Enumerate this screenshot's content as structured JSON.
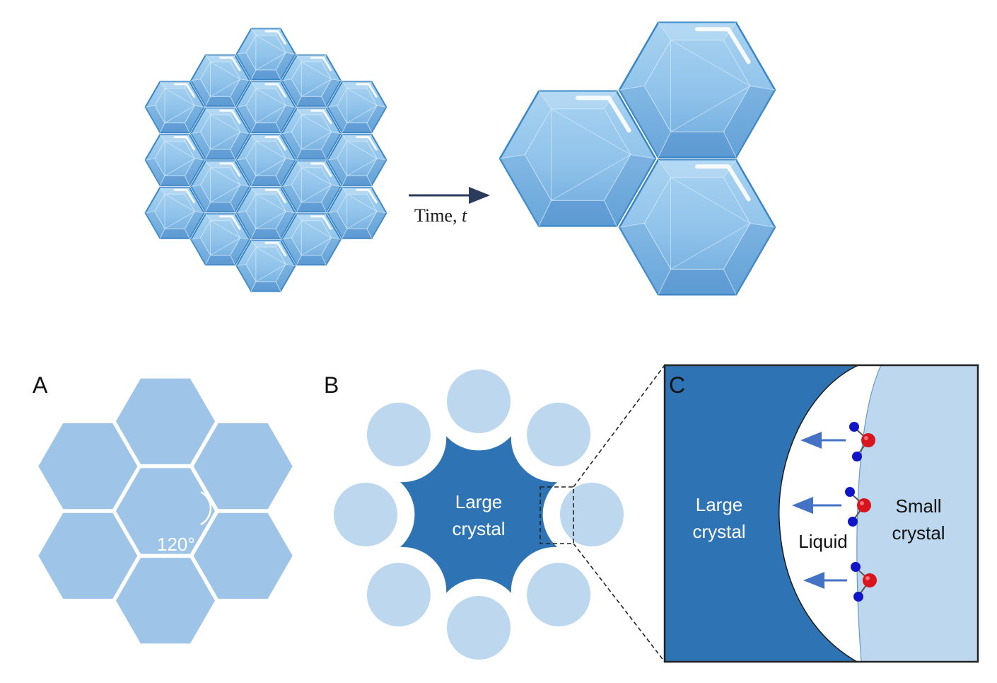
{
  "top": {
    "arrow_label": "Time, ",
    "arrow_label_italic": "t"
  },
  "panel_a": {
    "label": "A",
    "angle_label": "120°"
  },
  "panel_b": {
    "label": "B",
    "center_label_line1": "Large",
    "center_label_line2": "crystal"
  },
  "panel_c": {
    "label": "C",
    "large_line1": "Large",
    "large_line2": "crystal",
    "liquid": "Liquid",
    "small_line1": "Small",
    "small_line2": "crystal"
  },
  "colors": {
    "crystal_face": "#93c3e8",
    "crystal_edge": "#3a86c6",
    "hex_fill": "#9ec4e8",
    "circle_fill": "#bcd7ee",
    "dark_blue": "#2e74b5",
    "arrow_blue": "#4472c4",
    "atom_red": "#d9141c",
    "atom_blue": "#1016c8"
  },
  "icons": {
    "small_crystal_cluster": "hexagonal-crystal-icon",
    "large_crystal_cluster": "hexagonal-crystal-icon"
  }
}
